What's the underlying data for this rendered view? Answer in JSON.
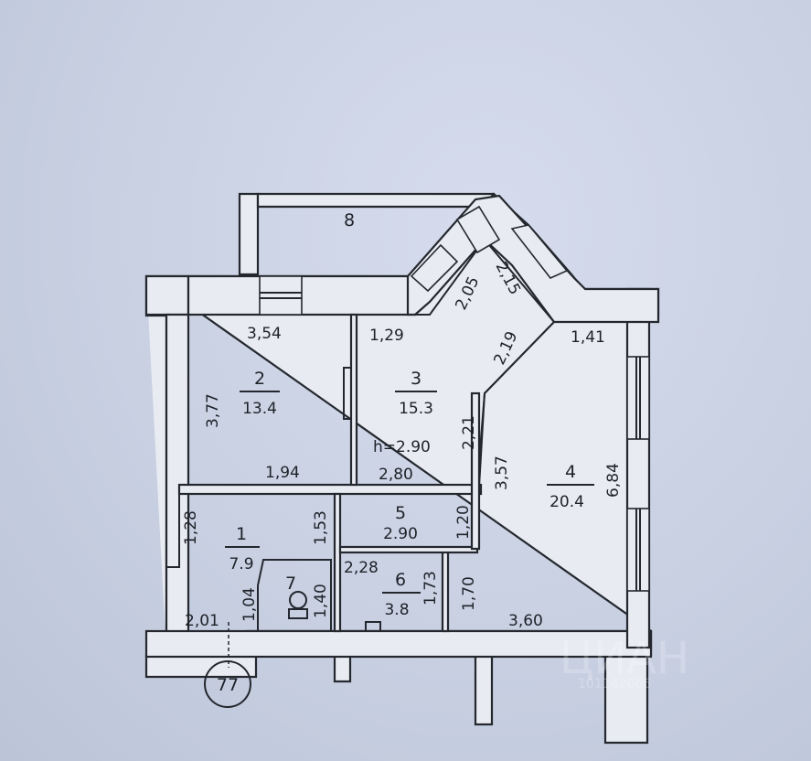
{
  "rooms": [
    {
      "number": "1",
      "area": "7.9"
    },
    {
      "number": "2",
      "area": "13.4"
    },
    {
      "number": "3",
      "area": "15.3"
    },
    {
      "number": "4",
      "area": "20.4"
    },
    {
      "number": "5",
      "area": "2.90"
    },
    {
      "number": "6",
      "area": "3.8"
    },
    {
      "number": "7"
    },
    {
      "number": "8"
    }
  ],
  "dimensions": {
    "room2_top": "3,54",
    "room2_left": "3,77",
    "room2_bottom": "1,94",
    "room3_top": "1,29",
    "room3_diag": "2,19",
    "room3_right": "2,21",
    "room3_bottom": "2,80",
    "room3_height": "h=2.90",
    "bay_a": "2,05",
    "bay_b": "2,15",
    "room4_top": "1,41",
    "room4_left": "3,57",
    "room4_right": "6,84",
    "room4_bottom": "3,60",
    "room4_lower_left": "1,70",
    "room1_left": "1,28",
    "room1_right": "1,53",
    "room1_lower": "1,04",
    "room1_bottom": "2,01",
    "room5_right": "1,20",
    "room6_top": "2,28",
    "room6_right": "1,73",
    "room7_side": "1,40"
  },
  "axis_marker": "77",
  "watermark": {
    "brand": "ЦИАН",
    "code": "101142066"
  }
}
